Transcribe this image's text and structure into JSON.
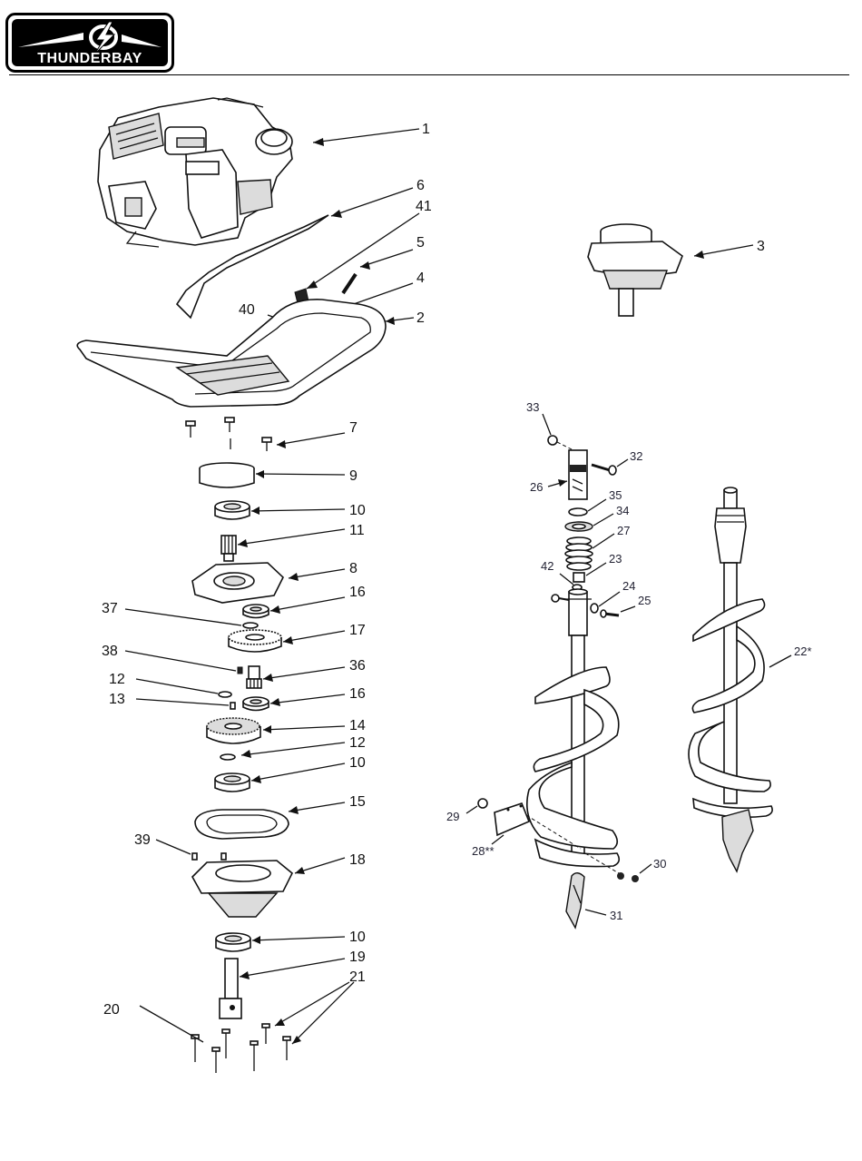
{
  "brand": {
    "name": "THUNDERBAY",
    "icon": "lightning-bolt-icon"
  },
  "callouts": [
    {
      "id": "c1",
      "text": "1"
    },
    {
      "id": "c6",
      "text": "6"
    },
    {
      "id": "c41",
      "text": "41"
    },
    {
      "id": "c5",
      "text": "5"
    },
    {
      "id": "c4",
      "text": "4"
    },
    {
      "id": "c40",
      "text": "40"
    },
    {
      "id": "c2",
      "text": "2"
    },
    {
      "id": "c3",
      "text": "3"
    },
    {
      "id": "c7",
      "text": "7"
    },
    {
      "id": "c9",
      "text": "9"
    },
    {
      "id": "c10a",
      "text": "10"
    },
    {
      "id": "c11",
      "text": "11"
    },
    {
      "id": "c8",
      "text": "8"
    },
    {
      "id": "c16a",
      "text": "16"
    },
    {
      "id": "c37",
      "text": "37"
    },
    {
      "id": "c17",
      "text": "17"
    },
    {
      "id": "c38",
      "text": "38"
    },
    {
      "id": "c36",
      "text": "36"
    },
    {
      "id": "c12a",
      "text": "12"
    },
    {
      "id": "c13",
      "text": "13"
    },
    {
      "id": "c16b",
      "text": "16"
    },
    {
      "id": "c14",
      "text": "14"
    },
    {
      "id": "c12b",
      "text": "12"
    },
    {
      "id": "c10b",
      "text": "10"
    },
    {
      "id": "c15",
      "text": "15"
    },
    {
      "id": "c39",
      "text": "39"
    },
    {
      "id": "c18",
      "text": "18"
    },
    {
      "id": "c10c",
      "text": "10"
    },
    {
      "id": "c19",
      "text": "19"
    },
    {
      "id": "c21",
      "text": "21"
    },
    {
      "id": "c20",
      "text": "20"
    },
    {
      "id": "c33",
      "text": "33"
    },
    {
      "id": "c32",
      "text": "32"
    },
    {
      "id": "c26",
      "text": "26"
    },
    {
      "id": "c35",
      "text": "35"
    },
    {
      "id": "c34",
      "text": "34"
    },
    {
      "id": "c27",
      "text": "27"
    },
    {
      "id": "c23",
      "text": "23"
    },
    {
      "id": "c42",
      "text": "42"
    },
    {
      "id": "c24",
      "text": "24"
    },
    {
      "id": "c25",
      "text": "25"
    },
    {
      "id": "c22",
      "text": "22*"
    },
    {
      "id": "c29",
      "text": "29"
    },
    {
      "id": "c28",
      "text": "28**"
    },
    {
      "id": "c30",
      "text": "30"
    },
    {
      "id": "c31",
      "text": "31"
    }
  ]
}
